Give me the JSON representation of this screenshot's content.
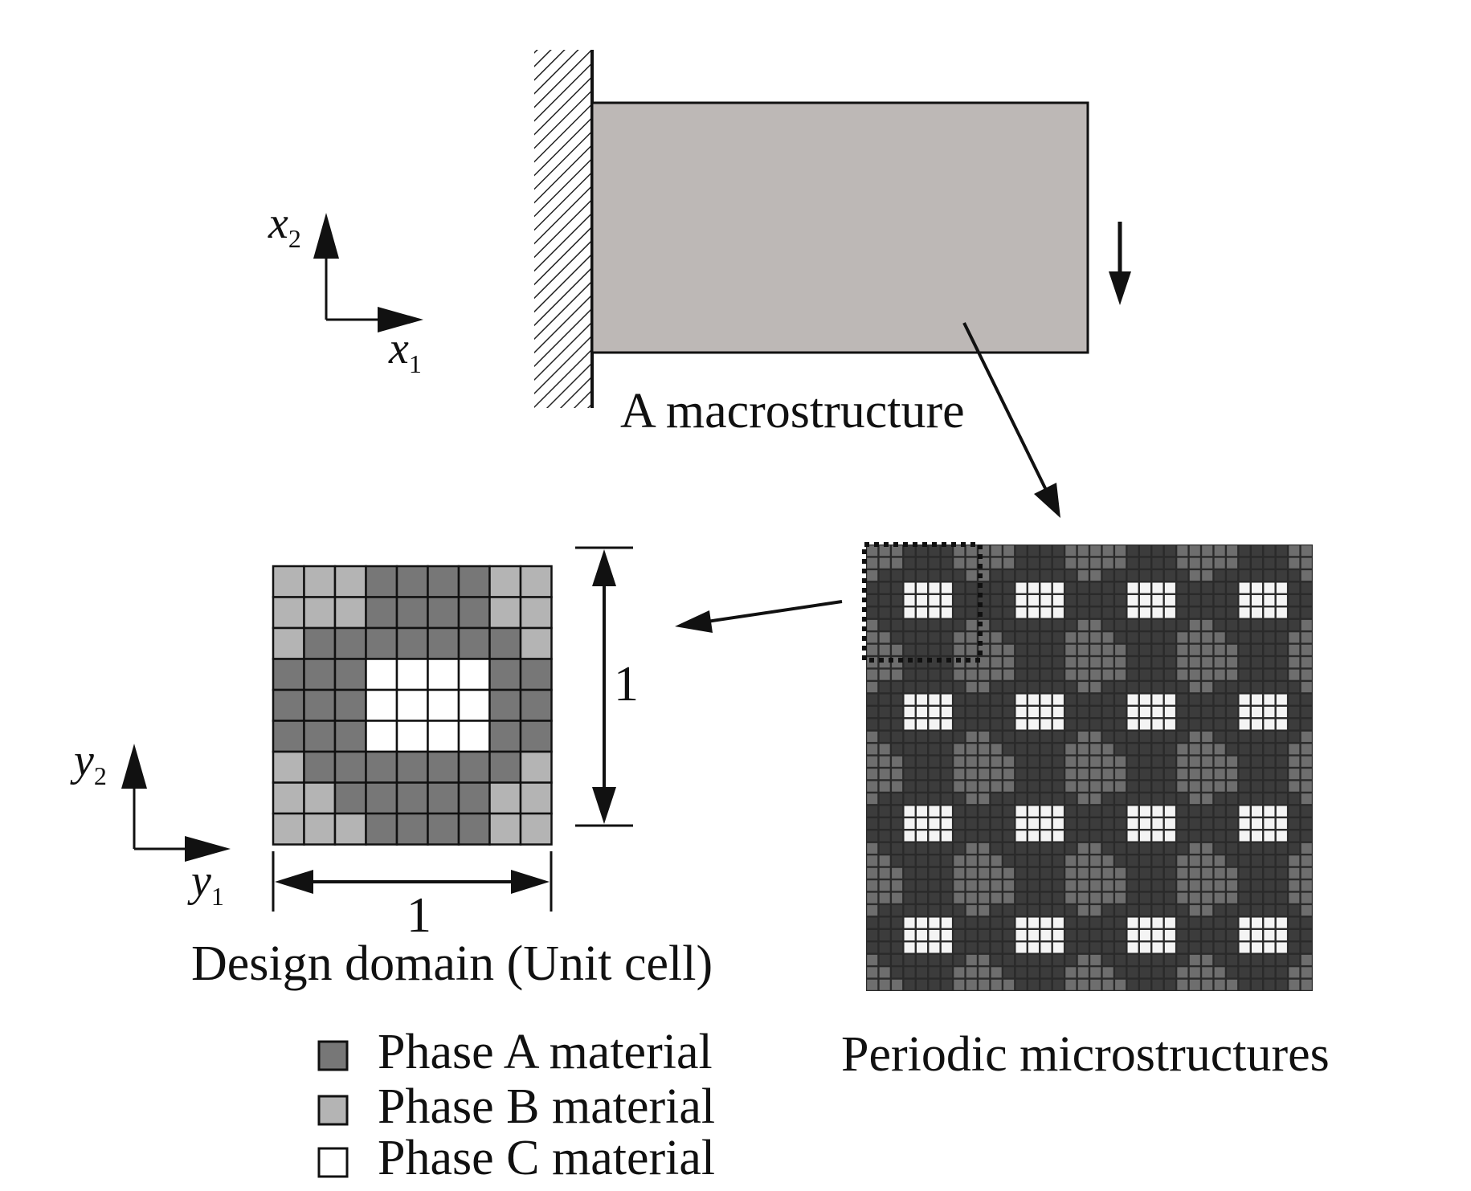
{
  "labels": {
    "macrostructure": "A macrostructure",
    "design_domain": "Design domain (Unit cell)",
    "periodic": "Periodic microstructures",
    "dim_horizontal": "1",
    "dim_vertical": "1"
  },
  "axes_macro": {
    "vertical_base": "x",
    "vertical_sub": "2",
    "horizontal_base": "x",
    "horizontal_sub": "1"
  },
  "axes_micro": {
    "vertical_base": "y",
    "vertical_sub": "2",
    "horizontal_base": "y",
    "horizontal_sub": "1"
  },
  "legend": [
    {
      "label": "Phase A material",
      "color": "#777777"
    },
    {
      "label": "Phase B material",
      "color": "#b4b4b4"
    },
    {
      "label": "Phase C material",
      "color": "#ffffff"
    }
  ],
  "unit_cell": {
    "grid": [
      "BBBAAAABB",
      "BBBAAAABB",
      "BAAAAAAAB",
      "AAACCCCAA",
      "AAACCCCAA",
      "AAACCCCAA",
      "BAAAAAAAB",
      "BBAAAAABB",
      "BBBAAAABB"
    ]
  },
  "colors": {
    "macro_fill": "#bdb8b6",
    "line": "#111111",
    "periodic_bg": "#2a2a2a"
  }
}
